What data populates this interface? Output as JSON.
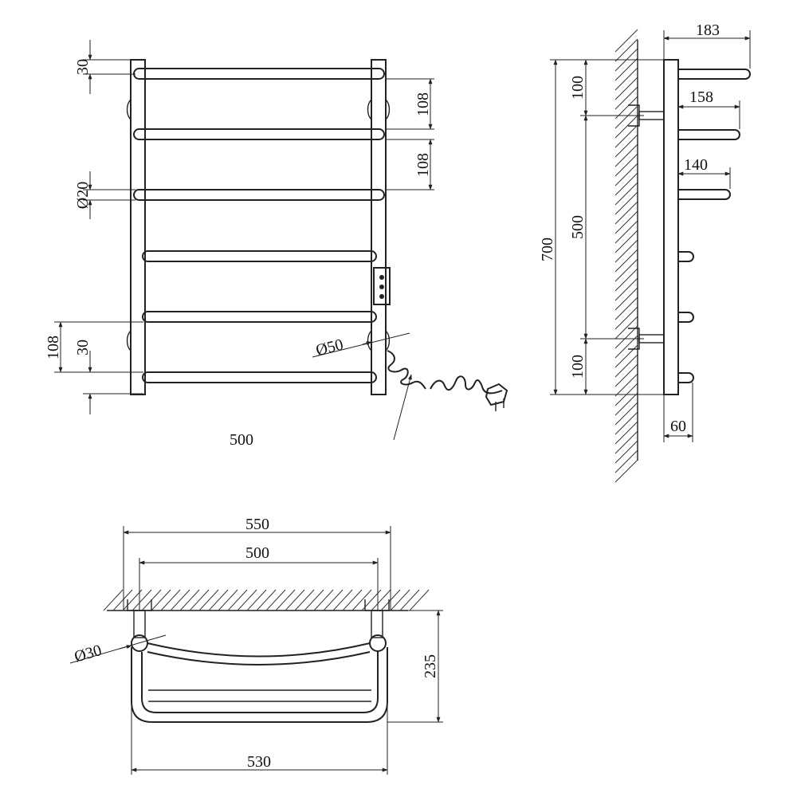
{
  "front_view": {
    "dims": {
      "top_gap": "30",
      "rung_spacing_1": "108",
      "rung_spacing_2": "108",
      "rung_diameter": "Ø20",
      "bottom_spacing": "108",
      "bottom_gap": "30",
      "column_diameter": "Ø50",
      "width": "500"
    }
  },
  "side_view": {
    "dims": {
      "total_height": "700",
      "top_offset": "100",
      "mount_spacing": "500",
      "bottom_offset": "100",
      "depth_top": "183",
      "depth_mid": "158",
      "depth_lower": "140",
      "wall_gap": "60"
    }
  },
  "top_view": {
    "dims": {
      "outer_width": "550",
      "inner_width": "500",
      "column_diameter": "Ø30",
      "depth": "235",
      "bottom_width": "530"
    }
  }
}
